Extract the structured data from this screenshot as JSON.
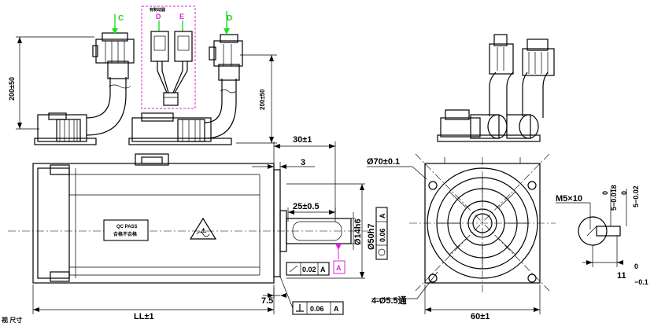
{
  "connector_labels": {
    "power": "C",
    "brake_1": "D",
    "brake_2": "E",
    "encoder": "D",
    "brake_title": "有制动器"
  },
  "cable_length_left": "200±50",
  "cable_length_right": "200±50",
  "side_view": {
    "overall_length": "LL±1",
    "flange_to_end": "30±1",
    "flange_thickness": "3",
    "key_length": "25±0.5",
    "shaft_diameter": "Ø14h6",
    "pilot_diameter": "Ø50h7",
    "shaft_chamfer": "7.5",
    "datum": "A",
    "runout_value": "0.06",
    "runout_datum": "A",
    "face_runout_value": "0.02",
    "face_runout_datum": "A",
    "perp_value": "0.06",
    "perp_datum": "A",
    "nameplate_line1": "QC PASS",
    "nameplate_line2": "合格不合格"
  },
  "front_view": {
    "bolt_circle": "Ø70±0.1",
    "mount_holes": "4-Ø5.5通",
    "flange_width": "60±1"
  },
  "shaft_detail": {
    "thread": "M5×10",
    "key_width_tol_top": "0",
    "key_width_tol": "5−0.018",
    "key_depth_tol_top": "0",
    "key_depth_tol": "5−0.02",
    "depth_label": "11",
    "depth_tol_top": "0",
    "depth_tol_bottom": "−0.1"
  },
  "corner_text": "视 尺寸"
}
